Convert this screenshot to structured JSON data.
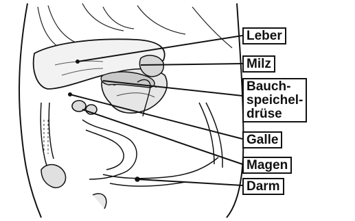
{
  "figure": {
    "background": "#ffffff",
    "ink_color": "#111111",
    "image_kind": "anatomical line illustration of the abdominal organs"
  },
  "labels": [
    {
      "key": "leber",
      "lines": [
        "Leber"
      ]
    },
    {
      "key": "milz",
      "lines": [
        "Milz"
      ]
    },
    {
      "key": "bauchspeicheldruese",
      "lines": [
        "Bauch-",
        "speichel-",
        "drüse"
      ]
    },
    {
      "key": "galle",
      "lines": [
        "Galle"
      ]
    },
    {
      "key": "magen",
      "lines": [
        "Magen"
      ]
    },
    {
      "key": "darm",
      "lines": [
        "Darm"
      ]
    }
  ]
}
